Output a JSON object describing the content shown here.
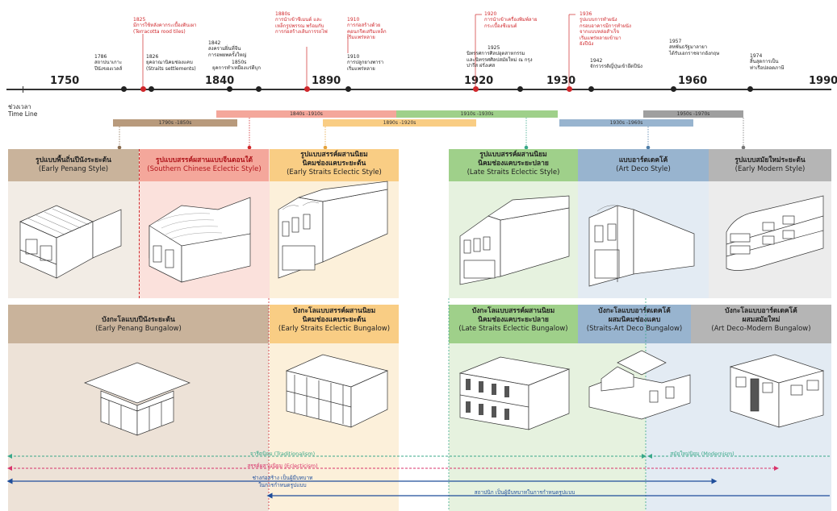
{
  "years": [
    "1750",
    "1840",
    "1890",
    "1920",
    "1930",
    "1960",
    "1990"
  ],
  "timeline_label": {
    "th": "ช่วงเวลา",
    "en": "Time Line"
  },
  "events": [
    {
      "year": "1786",
      "text": "สถาปนาเกาะ\nปีนังของเวลส์"
    },
    {
      "year": "1825",
      "text": "มีการใช้หลังคากระเบื้องดินเผา\n(Terracotta rood tiles)",
      "red": true
    },
    {
      "year": "1826",
      "text": "ยุคอาณานิคมช่องแคบ\n(Straits settlements)"
    },
    {
      "year": "1842",
      "text": "สงครามฝิ่นที่จีน\nการอพยพครั้งใหญ่"
    },
    {
      "year": "1850s",
      "text": "ยุคการทำเหมืองแร่ดีบุก"
    },
    {
      "year": "1880s",
      "text": "การนำเข้าซีเมนต์ และ\nเหล็กรูปพรรณ พร้อมกับ\nการก่อสร้างเส้นการรถไฟ",
      "red": true
    },
    {
      "year": "1910",
      "text": "การก่อสร้างด้วย\nคอนกรีตเสริมเหล็ก\nเริ่มแพร่หลาย",
      "red": true
    },
    {
      "year": "1910",
      "text": "การปลูกยางพารา\nเริ่มแพร่หลาย"
    },
    {
      "year": "1920",
      "text": "การนำเข้าเครื่องพิมพ์ลาย\nกระเบื้องซีเมนต์",
      "red": true
    },
    {
      "year": "1925",
      "text": "นิทรรศการศิลปอุตสาหกรรม\nและนิทรรศศิลปสมัยใหม่ ณ กรุง\nปารีส ฝรั่งเศส"
    },
    {
      "year": "1936",
      "text": "รูปแบบการทำผนัง\nกรอบอาคารมีการทำผนัง\nจากแบบหล่อสำเร็จ\nเริ่มแพร่หลายเข้ามา\nยังปีนัง",
      "red": true
    },
    {
      "year": "1942",
      "text": "จักรวรรดิญี่ปุ่นเข้ายึดปีนัง"
    },
    {
      "year": "1957",
      "text": "สหพันธรัฐมาลายา\nได้รับเอกราชจากอังกฤษ"
    },
    {
      "year": "1974",
      "text": "สิ้นสุดการเป็น\nท่าเรือปลอดภาษี"
    }
  ],
  "periods": [
    {
      "label": "1790s -1850s"
    },
    {
      "label": "1840s -1910s"
    },
    {
      "label": "1890s -1920s"
    },
    {
      "label": "1910s -1930s"
    },
    {
      "label": "1930s -1960s"
    },
    {
      "label": "1950s -1970s"
    }
  ],
  "styles": [
    {
      "th": "รูปแบบพื้นถิ่นปีนังระยะต้น",
      "en": "(Early Penang Style)"
    },
    {
      "th": "รูปแบบสรรค์ผสานแบบจีนตอนใต้",
      "en": "(Southern Chinese Eclectic Style)"
    },
    {
      "th": "รูปแบบสรรค์ผสานนิยม\nนิคมช่องแคบระยะต้น",
      "en": "(Early Straits Eclectic Style)"
    },
    {
      "th": "รูปแบบสรรค์ผสานนิยม\nนิคมช่องแคบระยะปลาย",
      "en": "(Late Straits Eclectic Style)"
    },
    {
      "th": "แบบอาร์ตเดคโค้",
      "en": "(Art Deco Style)"
    },
    {
      "th": "รูปแบบสมัยใหม่ระยะต้น",
      "en": "(Early Modern Style)"
    }
  ],
  "bungalows": [
    {
      "th": "บังกะโลแบบปีนังระยะต้น",
      "en": "(Early Penang Bungalow)"
    },
    {
      "th": "บังกะโลแบบสรรค์ผสานนิยม\nนิคมช่องแคบระยะต้น",
      "en": "(Early Straits Eclectic Bungalow)"
    },
    {
      "th": "บังกะโลแบบสรรค์ผสานนิยม\nนิคมช่องแคบระยะปลาย",
      "en": "(Late Straits Eclectic Bungalow)"
    },
    {
      "th": "บังกะโลแบบอาร์ตเดคโค้\nผสมนิคมช่องแคบ",
      "en": "(Straits-Art Deco Bungalow)"
    },
    {
      "th": "บังกะโลแบบอาร์ตเดคโค้\nผสมสมัยใหม่",
      "en": "(Art Deco-Modern Bungalow)"
    }
  ],
  "bottom_lines": {
    "traditionalism": "จารีตนิยม (Traditionalism)",
    "modernism": "สมัยใหม่นิยม (Modernism)",
    "eclecticism": "สรรค์ผสานนิยม (Eclecticism)",
    "builders": "ช่างก่อสร้าง เป็นผู้มีบทบาท\nในการกำหนดรูปแบบ",
    "architects": "สถาปนิก เป็นผู้มีบทบาทในการกำหนดรูปแบบ"
  },
  "colors": {
    "brown": "#b89a7c",
    "pink": "#f4a79b",
    "yellow": "#f9cd84",
    "green": "#9fd08a",
    "blue": "#98b4cf",
    "gray": "#9f9f9f",
    "red": "#d0282c",
    "teal": "#3aa88a",
    "magenta": "#d8336b",
    "navy": "#1f4e9b"
  }
}
